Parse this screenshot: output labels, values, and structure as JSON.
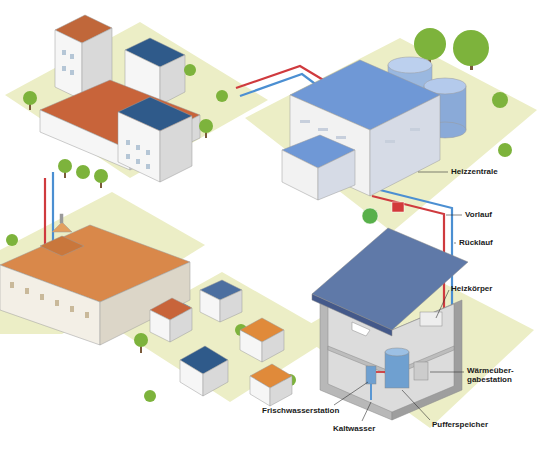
{
  "diagram": {
    "labels": [
      "Heizzentrale",
      "Vorlauf",
      "Rücklauf",
      "Heizkörper",
      "Wärmeüber- gabestation",
      "Pufferspeicher",
      "Kaltwasser",
      "Frischwasserstation"
    ]
  }
}
